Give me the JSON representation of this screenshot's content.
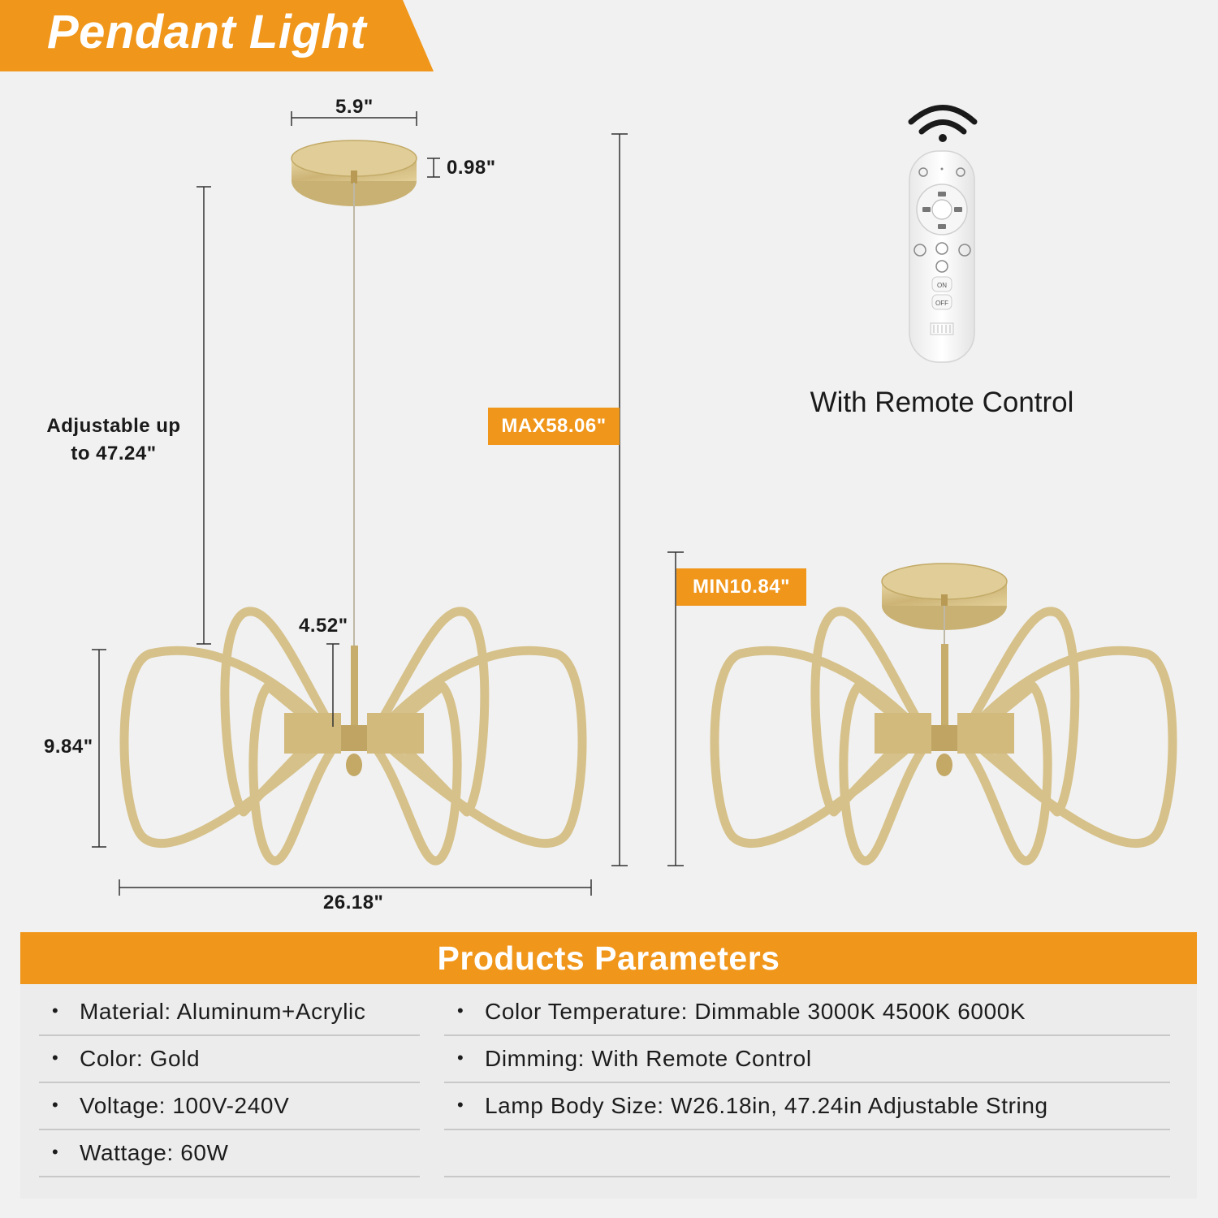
{
  "title": "Pendant Light",
  "dimensions": {
    "canopy_width": "5.9\"",
    "canopy_height": "0.98\"",
    "adjustable_line1": "Adjustable up",
    "adjustable_line2": "to 47.24\"",
    "max_height": "MAX58.06\"",
    "min_height": "MIN10.84\"",
    "rod_length": "4.52\"",
    "body_height": "9.84\"",
    "body_width": "26.18\""
  },
  "remote": {
    "caption": "With Remote Control",
    "buttons": [
      "ON",
      "OFF"
    ]
  },
  "colors": {
    "accent": "#f0961a",
    "gold": "#d9c48f",
    "background": "#f1f1f1"
  },
  "parameters": {
    "heading": "Products Parameters",
    "left": [
      "Material: Aluminum+Acrylic",
      "Color: Gold",
      "Voltage: 100V-240V",
      "Wattage: 60W"
    ],
    "right": [
      "Color Temperature: Dimmable 3000K 4500K 6000K",
      "Dimming: With Remote Control",
      "Lamp Body Size: W26.18in, 47.24in Adjustable String",
      ""
    ]
  }
}
